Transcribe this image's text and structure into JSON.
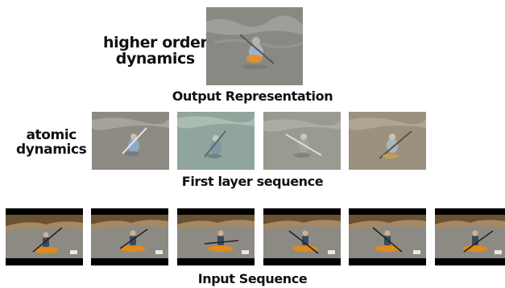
{
  "side_labels": {
    "higher_line1": "higher order",
    "higher_line2": "dynamics",
    "atomic_line1": "atomic",
    "atomic_line2": "dynamics"
  },
  "captions": {
    "output": "Output Representation",
    "first_layer": "First layer sequence",
    "input": "Input Sequence"
  },
  "rows": {
    "output_count": 1,
    "first_layer_count": 4,
    "input_count": 6
  },
  "colors": {
    "water_grey": "#8a8780",
    "water_teal": "#8fa39a",
    "water_brown": "#9a8f7c",
    "kayak_orange": "#e08a1e",
    "letterbox": "#000000"
  }
}
